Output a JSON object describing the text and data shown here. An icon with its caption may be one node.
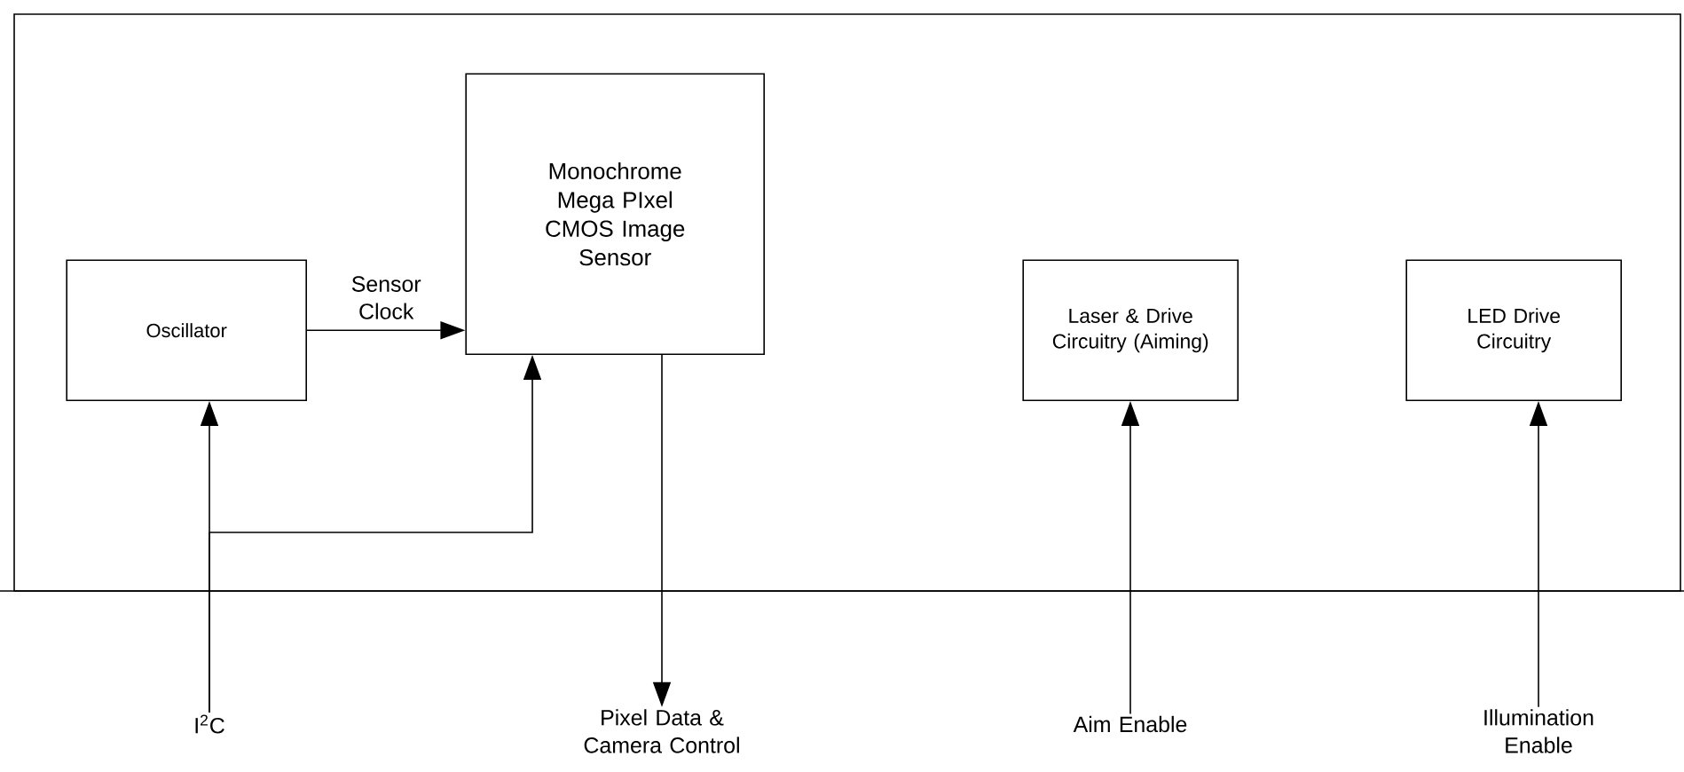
{
  "diagram": {
    "nodes": [
      {
        "text": [],
        "shape": "box"
      },
      {
        "text": [
          "Oscillator"
        ],
        "in": 0
      },
      {
        "text": [
          "Monochrome Mega PIxel CMOS Image Sensor"
        ],
        "in": 0
      },
      {
        "text": [
          "Laser & Drive Circuitry (Aiming)"
        ],
        "in": 0
      },
      {
        "text": [
          "LED Drive Circuitry"
        ],
        "in": 0
      },
      {
        "text": [
          "I$^{2}$C"
        ]
      },
      {
        "text": [
          "Pixel Data & Camera Control"
        ]
      },
      {
        "text": [
          "Aim Enable"
        ]
      },
      {
        "text": [
          "Illumination Enable"
        ]
      }
    ],
    "edges": [
      {
        "from": 1,
        "to": 2,
        "arrow": "to",
        "label": "Sensor Clock"
      },
      {
        "from": 5,
        "to": 1,
        "arrow": "to"
      },
      {
        "from": 5,
        "to": 2,
        "arrow": "to"
      },
      {
        "from": 2,
        "to": 6,
        "arrow": "to"
      },
      {
        "from": 7,
        "to": 3,
        "arrow": "to"
      },
      {
        "from": 8,
        "to": 4,
        "arrow": "to"
      }
    ]
  }
}
